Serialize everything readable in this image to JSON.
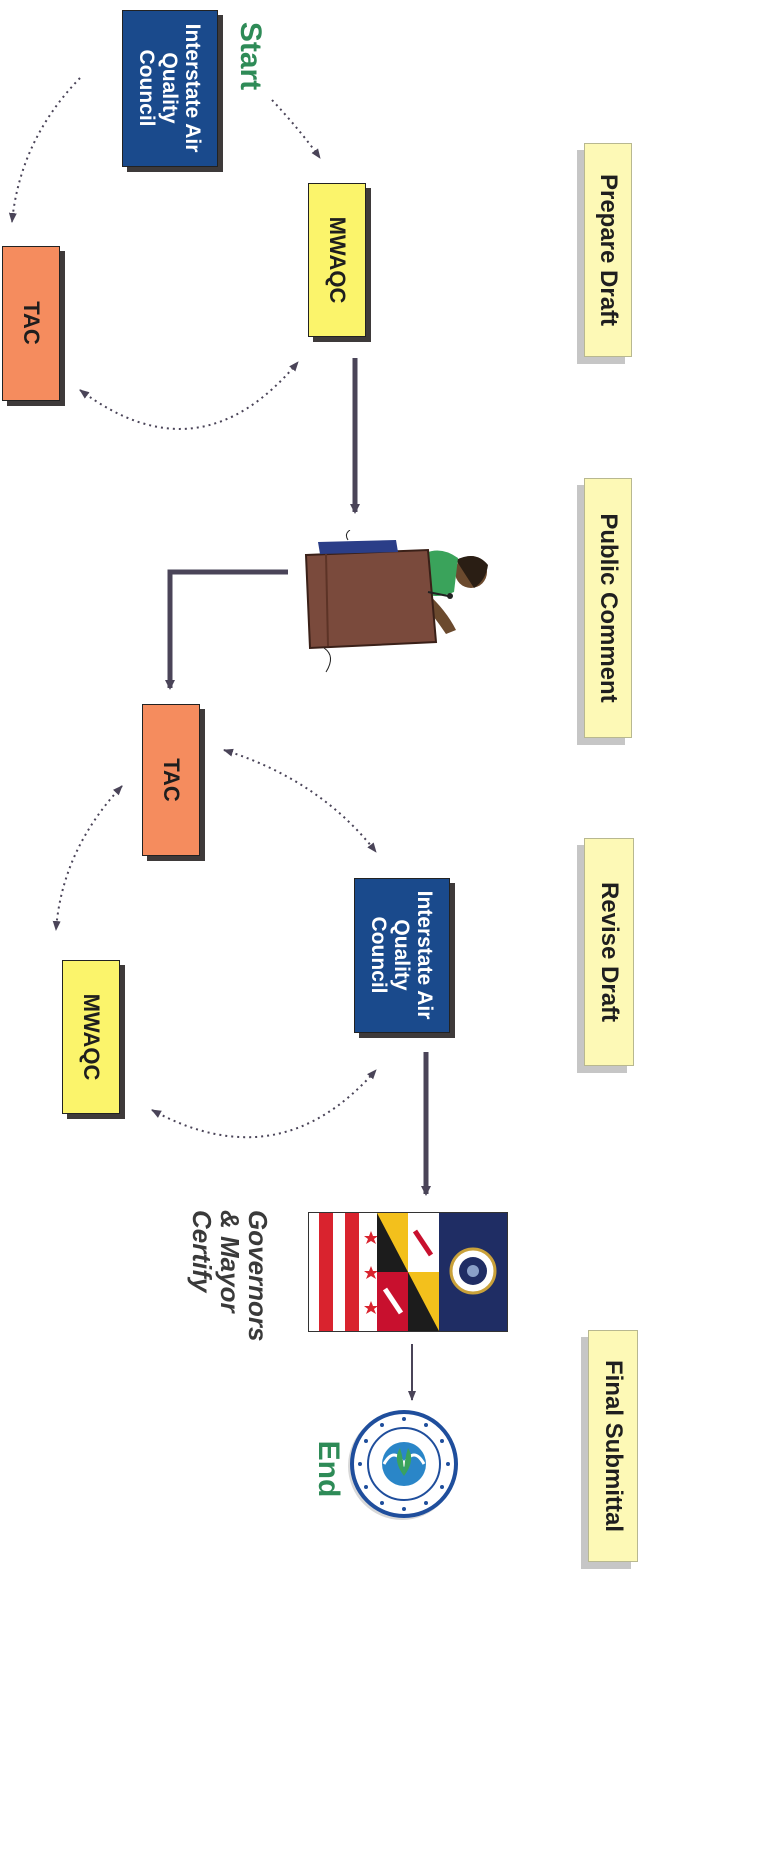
{
  "markers": {
    "start": "Start",
    "end": "End"
  },
  "phases": [
    "Prepare Draft",
    "Public Comment",
    "Revise Draft",
    "Final Submittal"
  ],
  "nodes": {
    "iaqc_top": "Interstate Air Quality Council",
    "mwaqc_top": "MWAQC",
    "tac_top": "TAC",
    "tac_mid": "TAC",
    "iaqc_mid": "Interstate Air Quality Council",
    "mwaqc_bottom": "MWAQC"
  },
  "certify_text": "Governors & Mayor Certify",
  "icons": {
    "public_comment": "speaker-at-podium-icon",
    "state_flags": "state-flags-icon",
    "epa_seal": "epa-seal-icon"
  },
  "colors": {
    "council_blue": "#1a4a8c",
    "mwaqc_yellow": "#fbf46b",
    "tac_orange": "#f58c5e",
    "phase_bg": "#fdf9b6",
    "marker_green": "#2e8b57",
    "arrow_gray": "#4a4458"
  }
}
